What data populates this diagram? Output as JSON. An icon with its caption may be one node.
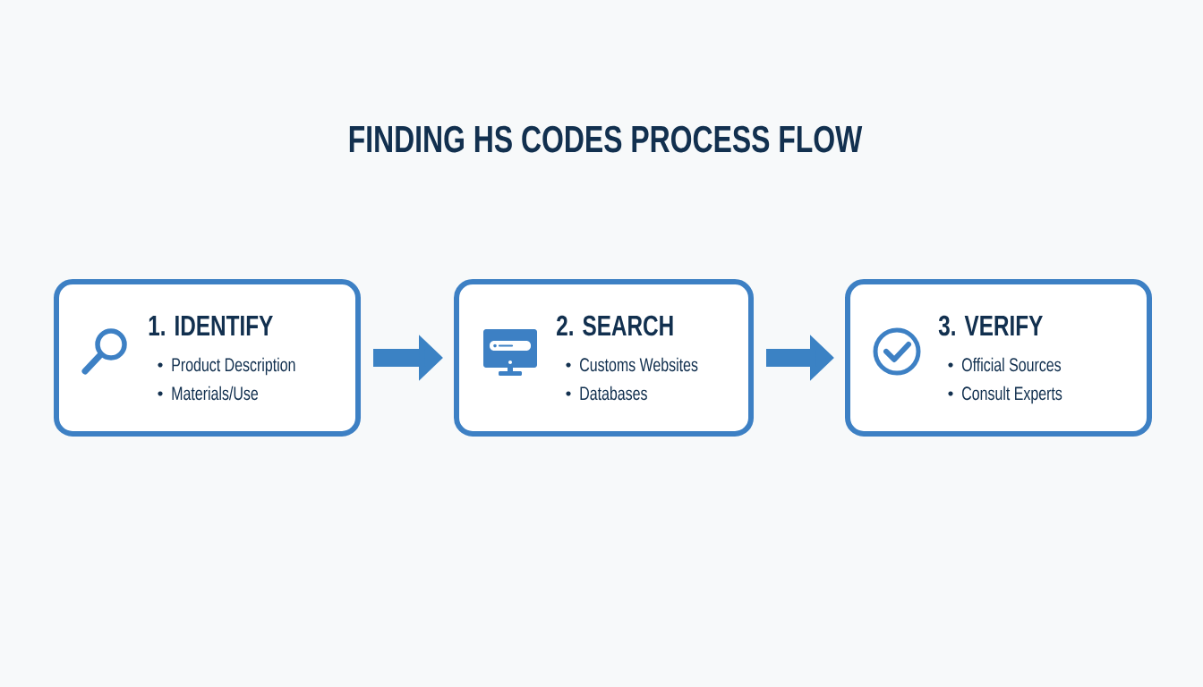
{
  "diagram": {
    "title": "FINDING HS CODES PROCESS FLOW",
    "nodes": [
      {
        "text": [
          "1. IDENTIFY",
          "Product Description",
          "Materials/Use"
        ]
      },
      {
        "text": [
          "2. SEARCH",
          "Customs Websites",
          "Databases"
        ]
      },
      {
        "text": [
          "3. VERIFY",
          "Official Sources",
          "Consult Experts"
        ]
      }
    ],
    "edges": [
      {
        "from": 0,
        "to": 1,
        "arrow": "to"
      },
      {
        "from": 1,
        "to": 2,
        "arrow": "to"
      }
    ]
  }
}
